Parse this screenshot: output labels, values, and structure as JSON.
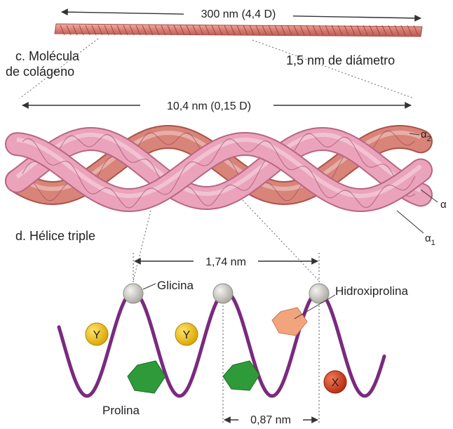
{
  "molecule": {
    "length_label": "300 nm (4,4 D)",
    "section_label_line1": "c. Molécula",
    "section_label_line2": "de colágeno",
    "diameter_label": "1,5 nm de diámetro"
  },
  "helix": {
    "length_label": "10,4 nm (0,15 D)",
    "section_label": "d. Hélice triple",
    "chain_alpha2": "α",
    "chain_alpha2_sub": "2",
    "chain_alpha": "α",
    "chain_alpha1": "α",
    "chain_alpha1_sub": "1"
  },
  "chain": {
    "period_label": "1,74 nm",
    "glycine_label": "Glicina",
    "hydroxyproline_label": "Hidroxiprolina",
    "proline_label": "Prolina",
    "half_period_label": "0,87 nm",
    "residue_y": "Y",
    "residue_x": "X"
  },
  "colors": {
    "salmon_strand": "#d77c72",
    "pink_strand": "#e79bb4",
    "chain_purple": "#7a2a7f",
    "glycine_gray": "#c9c6c0",
    "proline_green": "#2f9a3a",
    "hydroxyproline_orange": "#f2a57d",
    "residue_y_yellow": "#f2c21b",
    "residue_x_red": "#d83a1e"
  }
}
